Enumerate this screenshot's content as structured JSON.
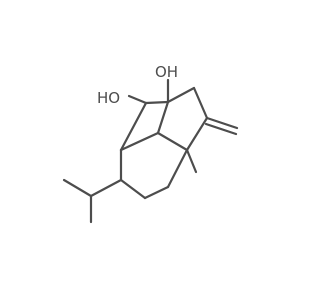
{
  "molecule": {
    "labels": {
      "oh_top": "OH",
      "ho_left": "HO",
      "methyl": "Me"
    },
    "bond_color": "#4d4d4d",
    "background": "#ffffff"
  }
}
